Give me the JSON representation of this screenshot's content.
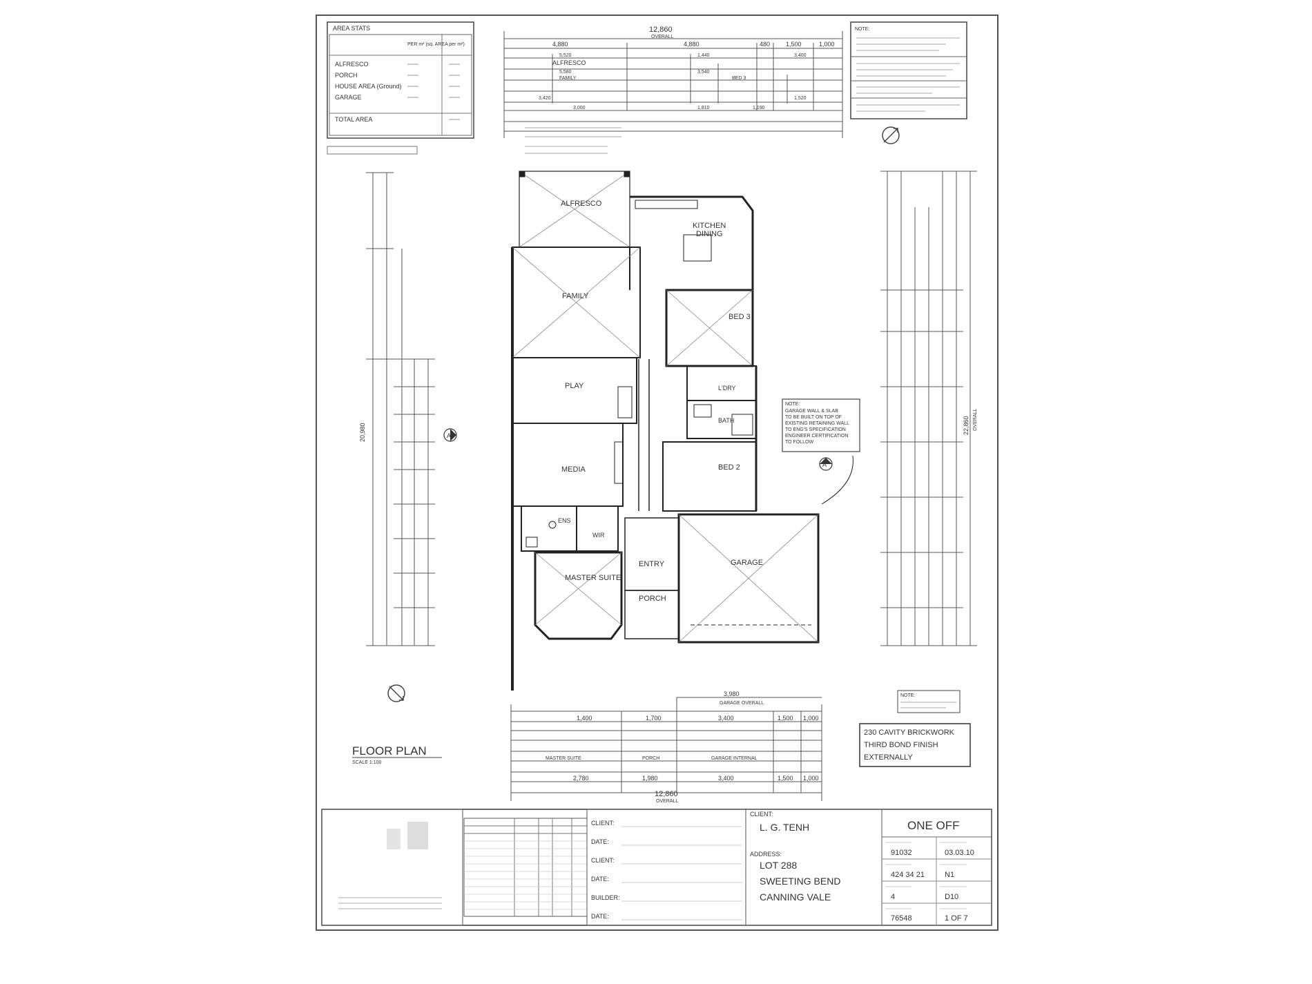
{
  "area_stats": {
    "title": "AREA STATS",
    "column_header": "PER m² (sq. AREA per m²)",
    "rows": [
      "ALFRESCO",
      "PORCH",
      "HOUSE AREA (Ground)",
      "GARAGE"
    ],
    "total_label": "TOTAL AREA"
  },
  "notes_top": {
    "title": "NOTE:"
  },
  "dims": {
    "top_overall": "12,860",
    "top_overall_sub": "OVERALL",
    "top_parts": [
      "4,880",
      "4,880",
      "480",
      "1,500",
      "1,000"
    ],
    "top_row2": [
      "5,520",
      "ALFRESCO",
      "1,440",
      "3,400"
    ],
    "top_row3": [
      "5,580",
      "FAMILY",
      "3,540",
      "BED 3"
    ],
    "top_row4": [
      "3,420",
      "3,000",
      "1,810",
      "1,190",
      "1,520"
    ],
    "bottom_overall": "12,860",
    "bottom_overall_sub": "OVERALL",
    "bottom_row1": [
      "1,400",
      "1,700",
      "3,400",
      "1,500",
      "1,000"
    ],
    "bottom_labels": [
      "MASTER SUITE",
      "PORCH",
      "GARAGE INTERNAL"
    ],
    "bottom_row2": [
      "2,780",
      "1,980",
      "3,400",
      "1,500",
      "1,000"
    ],
    "garage_overall": "GARAGE OVERALL",
    "garage_overall_val": "3,980",
    "left_overall": "20,980",
    "right_overall": "22,860",
    "right_overall_sub": "OVERALL"
  },
  "rooms": {
    "alfresco": "ALFRESCO",
    "kitchen": "KITCHEN",
    "dining": "DINING",
    "family": "FAMILY",
    "bed3": "BED 3",
    "play": "PLAY",
    "ldry": "L'DRY",
    "bath": "BATH",
    "media": "MEDIA",
    "bed2": "BED 2",
    "ens": "ENS",
    "wir": "WIR",
    "entry": "ENTRY",
    "garage": "GARAGE",
    "master_suite": "MASTER SUITE",
    "porch": "PORCH"
  },
  "garage_note": {
    "title": "NOTE:",
    "lines": [
      "GARAGE WALL & SLAB",
      "TO BE BUILT ON TOP OF",
      "EXISTING RETAINING WALL",
      "TO ENG'S SPECIFICATION",
      "ENGINEER CERTIFICATION",
      "TO FOLLOW"
    ]
  },
  "section_marker": "A",
  "roof_note": {
    "title": "NOTE:"
  },
  "brickwork_note": {
    "lines": [
      "230 CAVITY BRICKWORK",
      "THIRD BOND FINISH",
      "EXTERNALLY"
    ]
  },
  "plan_title": "FLOOR PLAN",
  "plan_scale": "SCALE 1:100",
  "title_block": {
    "client_field_labels": [
      "CLIENT:",
      "DATE:",
      "CLIENT:",
      "DATE:",
      "BUILDER:",
      "DATE:"
    ],
    "client_label": "CLIENT:",
    "client_value": "L. G. TENH",
    "address_label": "ADDRESS:",
    "address_lines": [
      "LOT 288",
      "SWEETING BEND",
      "CANNING VALE"
    ],
    "design": "ONE OFF",
    "cells": [
      {
        "value": "91032"
      },
      {
        "value": "03.03.10"
      },
      {
        "value": "424 34 21"
      },
      {
        "value": "N1"
      },
      {
        "value": "4"
      },
      {
        "value": "D10"
      },
      {
        "value": "76548"
      },
      {
        "value": "1 OF 7"
      }
    ]
  }
}
